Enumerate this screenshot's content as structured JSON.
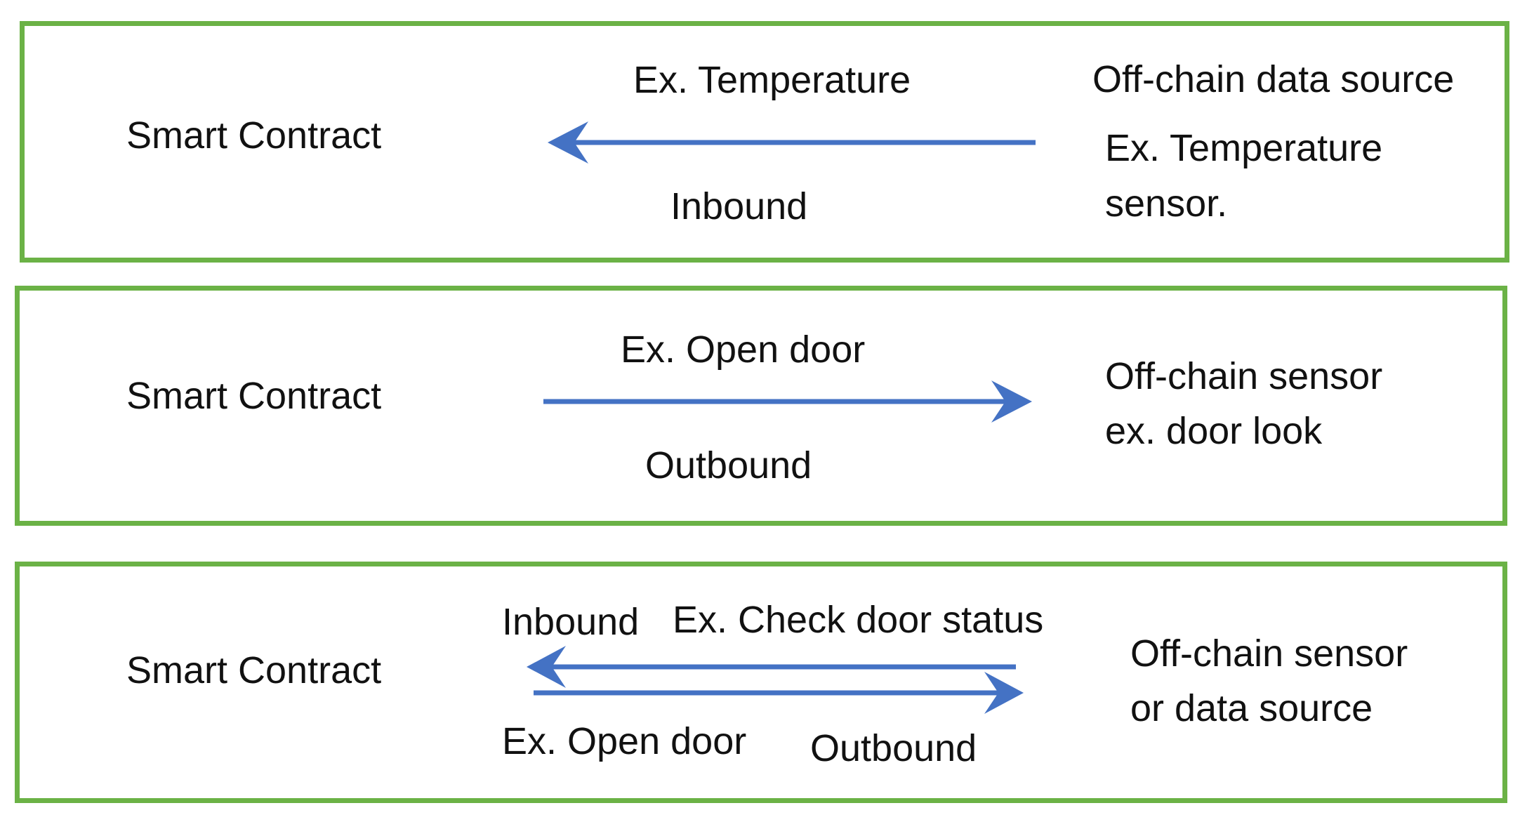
{
  "panels": [
    {
      "left_label": "Smart Contract",
      "right_label_line1": "Off-chain data source",
      "right_label_line2": "Ex. Temperature",
      "right_label_line3": "sensor.",
      "arrow_top_label": "Ex. Temperature",
      "arrow_bottom_label": "Inbound",
      "direction": "inbound"
    },
    {
      "left_label": "Smart Contract",
      "right_label_line1": "Off-chain sensor",
      "right_label_line2": "ex. door look",
      "arrow_top_label": "Ex. Open door",
      "arrow_bottom_label": "Outbound",
      "direction": "outbound"
    },
    {
      "left_label": "Smart Contract",
      "right_label_line1": "Off-chain sensor",
      "right_label_line2": "or data source",
      "inbound_label": "Inbound",
      "inbound_example": "Ex. Check door status",
      "outbound_example": "Ex. Open door",
      "outbound_label": "Outbound",
      "direction": "bidirectional"
    }
  ],
  "colors": {
    "panel_border": "#6bb246",
    "arrow": "#4472c4",
    "text": "#111111"
  }
}
